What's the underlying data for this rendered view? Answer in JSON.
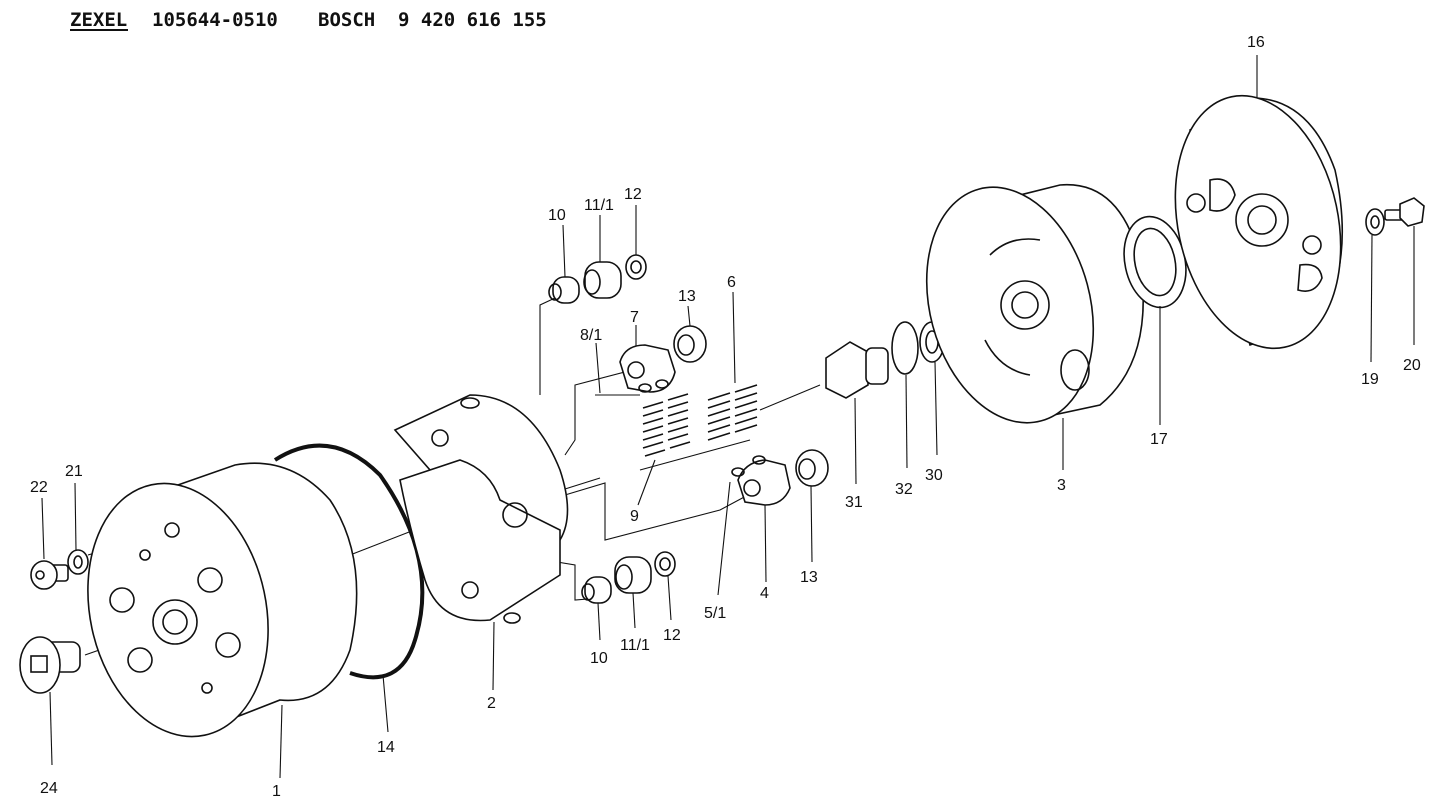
{
  "header": {
    "brand1": "ZEXEL",
    "number1": "105644-0510",
    "brand2": "BOSCH",
    "number2": "9 420 616 155"
  },
  "parts": {
    "p1": "1",
    "p2": "2",
    "p3": "3",
    "p4": "4",
    "p5": "5/1",
    "p6": "6",
    "p7": "7",
    "p8": "8/1",
    "p9": "9",
    "p10a": "10",
    "p10b": "10",
    "p11a": "11/1",
    "p11b": "11/1",
    "p12a": "12",
    "p12b": "12",
    "p13a": "13",
    "p13b": "13",
    "p14": "14",
    "p16": "16",
    "p17": "17",
    "p19": "19",
    "p20": "20",
    "p21": "21",
    "p22": "22",
    "p24": "24",
    "p30": "30",
    "p31": "31",
    "p32": "32"
  }
}
